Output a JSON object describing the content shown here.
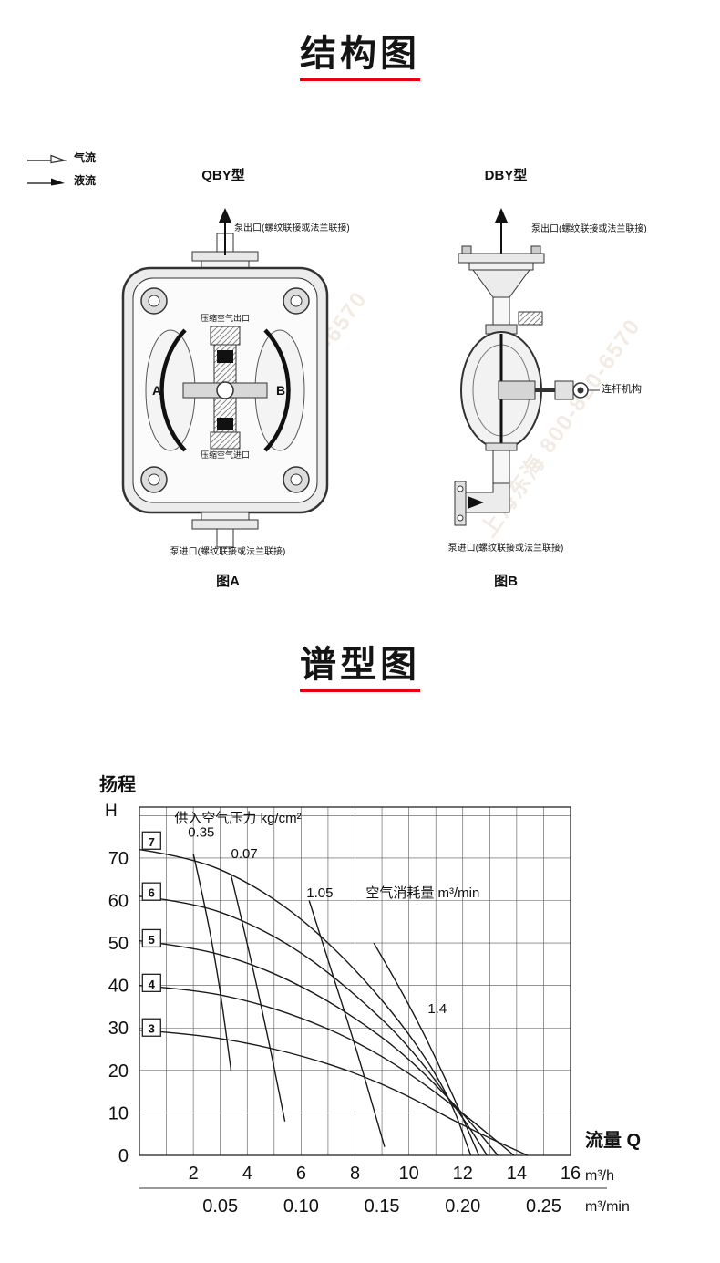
{
  "page": {
    "section1_title": "结构图",
    "section2_title": "谱型图",
    "accent_color": "#e60012",
    "watermark_text": "上海东海 800-820-6570"
  },
  "legend": {
    "air_label": "气流",
    "liquid_label": "液流"
  },
  "diagram_qby": {
    "type_label": "QBY型",
    "caption": "图A",
    "outlet_label": "泵出口(螺纹联接或法兰联接)",
    "air_outlet_label": "压缩空气出口",
    "air_inlet_label": "压缩空气进口",
    "inlet_label": "泵进口(螺纹联接或法兰联接)",
    "chamber_left": "A",
    "chamber_right": "B"
  },
  "diagram_dby": {
    "type_label": "DBY型",
    "caption": "图B",
    "outlet_label": "泵出口(螺纹联接或法兰联接)",
    "linkage_label": "连杆机构",
    "inlet_label": "泵进口(螺纹联接或法兰联接)"
  },
  "chart_data": {
    "type": "line",
    "ylabel": "扬程",
    "y_axis_symbol": "H",
    "xlabel": "流量  Q",
    "x_unit_primary": "m³/h",
    "x_unit_secondary": "m³/min",
    "xlim": [
      0,
      16
    ],
    "ylim": [
      0,
      82
    ],
    "y_grid_max": 80,
    "grid": {
      "x_step": 1,
      "y_step": 10,
      "on": true
    },
    "x_ticks_h": [
      2,
      4,
      6,
      8,
      10,
      12,
      14,
      16
    ],
    "x_ticks_min": [
      {
        "label": "0.05",
        "x_h": 3
      },
      {
        "label": "0.10",
        "x_h": 6
      },
      {
        "label": "0.15",
        "x_h": 9
      },
      {
        "label": "0.20",
        "x_h": 12
      },
      {
        "label": "0.25",
        "x_h": 15
      }
    ],
    "y_ticks": [
      0,
      10,
      20,
      30,
      40,
      50,
      60,
      70
    ],
    "curve_index_labels": [
      {
        "label": "7",
        "x": 0.45,
        "y": 74
      },
      {
        "label": "6",
        "x": 0.45,
        "y": 62
      },
      {
        "label": "5",
        "x": 0.45,
        "y": 51
      },
      {
        "label": "4",
        "x": 0.45,
        "y": 40.5
      },
      {
        "label": "3",
        "x": 0.45,
        "y": 30
      }
    ],
    "annotations": [
      {
        "text": "供入空气压力  kg/cm²",
        "x": 1.3,
        "y": 78.3,
        "size": 15
      },
      {
        "text": "0.35",
        "x": 1.8,
        "y": 75,
        "size": 15
      },
      {
        "text": "0.07",
        "x": 3.4,
        "y": 70,
        "size": 15
      },
      {
        "text": "1.05",
        "x": 6.2,
        "y": 60.8,
        "size": 15
      },
      {
        "text": "空气消耗量  m³/min",
        "x": 8.4,
        "y": 60.8,
        "size": 15
      },
      {
        "text": "1.4",
        "x": 10.7,
        "y": 33.5,
        "size": 15
      }
    ],
    "series": [
      {
        "name": "head-curve-7",
        "points": [
          [
            0,
            72
          ],
          [
            2,
            70
          ],
          [
            4,
            64.5
          ],
          [
            6,
            56
          ],
          [
            8,
            44
          ],
          [
            10,
            29
          ],
          [
            11.5,
            14
          ],
          [
            12.3,
            0
          ]
        ]
      },
      {
        "name": "head-curve-6",
        "points": [
          [
            0,
            61
          ],
          [
            2,
            59.5
          ],
          [
            4,
            55
          ],
          [
            6,
            48
          ],
          [
            8,
            38
          ],
          [
            10,
            26
          ],
          [
            12,
            9
          ],
          [
            12.9,
            0
          ]
        ]
      },
      {
        "name": "head-curve-5",
        "points": [
          [
            0,
            50.5
          ],
          [
            2,
            49
          ],
          [
            4,
            45.5
          ],
          [
            6,
            40
          ],
          [
            8,
            32.5
          ],
          [
            10,
            23
          ],
          [
            12,
            10
          ],
          [
            13.3,
            0
          ]
        ]
      },
      {
        "name": "head-curve-4",
        "points": [
          [
            0,
            40
          ],
          [
            2,
            39
          ],
          [
            4,
            36.5
          ],
          [
            6,
            32.5
          ],
          [
            8,
            27
          ],
          [
            10,
            19.5
          ],
          [
            12,
            10
          ],
          [
            13.9,
            0
          ]
        ]
      },
      {
        "name": "head-curve-3",
        "points": [
          [
            0,
            29.5
          ],
          [
            2,
            28.5
          ],
          [
            4,
            26.5
          ],
          [
            6,
            23.5
          ],
          [
            8,
            19.5
          ],
          [
            10,
            14
          ],
          [
            12,
            7
          ],
          [
            14.4,
            0
          ]
        ]
      },
      {
        "name": "air-line-0.35",
        "points": [
          [
            2.0,
            71
          ],
          [
            2.5,
            57
          ],
          [
            3.0,
            39
          ],
          [
            3.4,
            20
          ]
        ]
      },
      {
        "name": "air-line-0.07",
        "points": [
          [
            3.4,
            66
          ],
          [
            4.0,
            50
          ],
          [
            4.7,
            30
          ],
          [
            5.4,
            8
          ]
        ]
      },
      {
        "name": "air-line-1.05",
        "points": [
          [
            6.3,
            60
          ],
          [
            7.1,
            44
          ],
          [
            8.1,
            24
          ],
          [
            9.1,
            2
          ]
        ]
      },
      {
        "name": "air-line-1.4",
        "points": [
          [
            8.7,
            50
          ],
          [
            9.9,
            37
          ],
          [
            11.3,
            19
          ],
          [
            12.6,
            0
          ]
        ]
      }
    ],
    "line_color": "#1a1a1a",
    "grid_color": "#555"
  }
}
